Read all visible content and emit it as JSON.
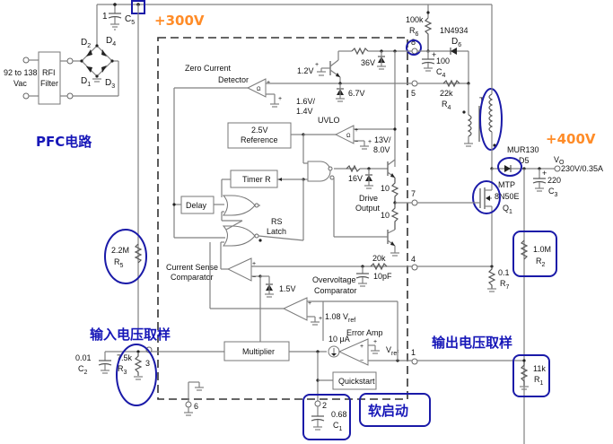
{
  "annotations": {
    "v300": "+300V",
    "v400": "+400V",
    "pfc": "PFC电路",
    "input_sample": "输入电压取样",
    "output_sample": "输出电压取样",
    "soft_start": "软启动"
  },
  "input": {
    "line1": "92 to 138",
    "line2": "Vac",
    "filter_l1": "RFI",
    "filter_l2": "Filter"
  },
  "bridge": {
    "d1": "D",
    "d1s": "1",
    "d2": "D",
    "d2s": "2",
    "d3": "D",
    "d3s": "3",
    "d4": "D",
    "d4s": "4"
  },
  "c5": {
    "value": "1",
    "name": "C",
    "sub": "5"
  },
  "r6": {
    "value": "100k",
    "name": "R",
    "sub": "6"
  },
  "d6": {
    "part": "1N4934",
    "name": "D",
    "sub": "6"
  },
  "c4": {
    "value": "100",
    "name": "C",
    "sub": "4"
  },
  "r4": {
    "value": "22k",
    "name": "R",
    "sub": "4"
  },
  "t1": {
    "name": "T"
  },
  "d5": {
    "part": "MUR130",
    "name": "D5"
  },
  "vo": {
    "name": "V",
    "sub": "O",
    "rating": "230V/0.35A"
  },
  "c3": {
    "value": "220",
    "name": "C",
    "sub": "3"
  },
  "q1": {
    "l1": "MTP",
    "l2": "8N50E",
    "name": "Q",
    "sub": "1"
  },
  "r2": {
    "value": "1.0M",
    "name": "R",
    "sub": "2"
  },
  "r7": {
    "value": "0.1",
    "name": "R",
    "sub": "7"
  },
  "r1": {
    "value": "11k",
    "name": "R",
    "sub": "1"
  },
  "r5": {
    "value": "2.2M",
    "name": "R",
    "sub": "5"
  },
  "r3": {
    "value": "7.5k",
    "name": "R",
    "sub": "3"
  },
  "c2": {
    "value": "0.01",
    "name": "C",
    "sub": "2"
  },
  "c1": {
    "value": "0.68",
    "name": "C",
    "sub": "1"
  },
  "ic": {
    "zcd_l1": "Zero Current",
    "zcd_l2": "Detector",
    "v12": "1.2V",
    "v36": "36V",
    "v67": "6.7V",
    "v16": "1.6V/",
    "v14": "1.4V",
    "ref_l1": "2.5V",
    "ref_l2": "Reference",
    "uvlo": "UVLO",
    "v13": "13V/",
    "v80": "8.0V",
    "timer": "Timer  R",
    "delay": "Delay",
    "rs_l1": "RS",
    "rs_l2": "Latch",
    "v16z": "16V",
    "r10a": "10",
    "r10b": "10",
    "drive_l1": "Drive",
    "drive_l2": "Output",
    "cs_l1": "Current Sense",
    "cs_l2": "Comparator",
    "v15": "1.5V",
    "r20k": "20k",
    "c10pf": "10pF",
    "ov_l1": "Overvoltage",
    "ov_l2": "Comparator",
    "v108": "1.08 V",
    "v108s": "ref",
    "ea": "Error Amp",
    "i10": "10 μA",
    "vref": "V",
    "vrefs": "ref",
    "mult": "Multiplier",
    "quick": "Quickstart",
    "amp_glyph": "Ω"
  },
  "pins": {
    "p1": "1",
    "p2": "2",
    "p3": "3",
    "p4": "4",
    "p5": "5",
    "p6": "6",
    "p7": "7",
    "p8": "8"
  }
}
